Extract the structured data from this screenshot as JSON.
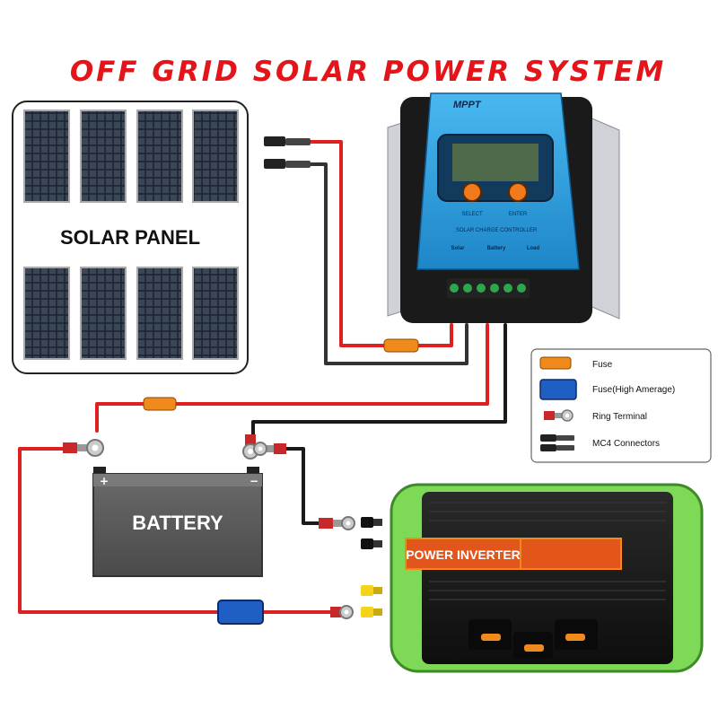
{
  "title": "OFF GRID SOLAR POWER SYSTEM",
  "solar_panel": {
    "label": "SOLAR PANEL"
  },
  "controller": {
    "brand": "MPPT",
    "select_label": "SELECT",
    "enter_label": "ENTER",
    "name": "SOLAR CHARGE CONTROLLER",
    "solar_label": "Solar",
    "battery_label": "Battery",
    "load_label": "Load"
  },
  "battery": {
    "label": "BATTERY",
    "plus": "+",
    "minus": "−"
  },
  "inverter": {
    "label": "POWER INVERTER"
  },
  "legend": [
    {
      "icon": "fuse-icon",
      "label": "Fuse"
    },
    {
      "icon": "high-amperage-fuse-icon",
      "label": "Fuse(High Amerage)"
    },
    {
      "icon": "ring-terminal-icon",
      "label": "Ring Terminal"
    },
    {
      "icon": "mc4-connector-icon",
      "label": "MC4 Connectors"
    }
  ],
  "colors": {
    "title": "#e3141a",
    "positive_wire": "#e02020",
    "negative_wire": "#1a1a1a",
    "fuse": "#f08a1c",
    "high_amp_fuse": "#1f5fc4",
    "controller_body": "#2e9fe0",
    "inverter_frame": "#7ed957",
    "battery": "#5a5a5a"
  }
}
